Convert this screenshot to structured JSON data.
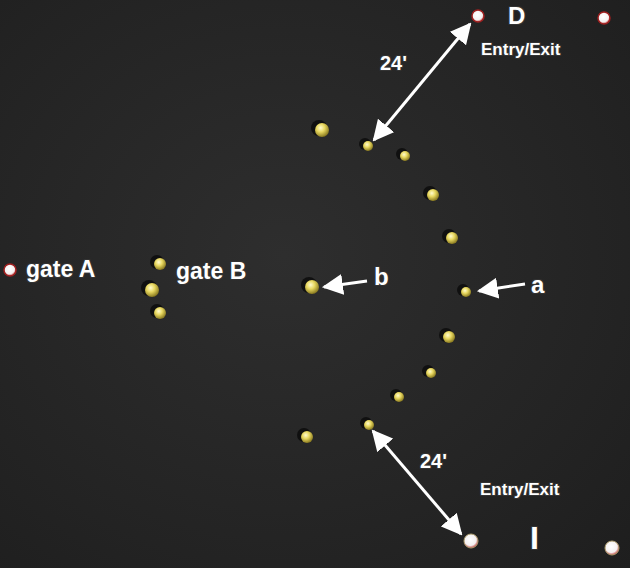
{
  "diagram": {
    "labels": [
      "D",
      "Entry/Exit",
      "24'",
      "gate A",
      "gate B",
      "b",
      "a",
      "24'",
      "Entry/Exit",
      "I"
    ]
  }
}
